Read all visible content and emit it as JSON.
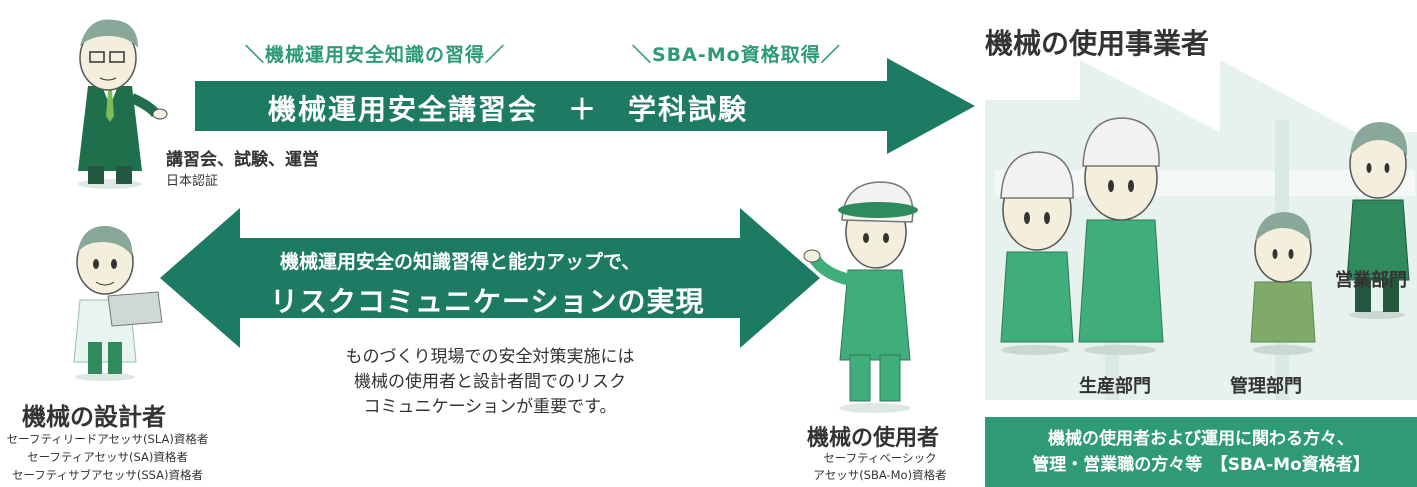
{
  "top_flow": {
    "tag_left": "＼機械運用安全知識の習得／",
    "tag_right": "＼SBA-Mo資格取得／",
    "arrow_label": "機械運用安全講習会　＋　学科試験"
  },
  "instructor": {
    "role": "講習会、試験、運営",
    "org": "日本認証"
  },
  "bi_arrow": {
    "line1": "機械運用安全の知識習得と能力アップで、",
    "line2": "リスクコミュニケーションの実現"
  },
  "explanation": [
    "ものづくり現場での安全対策実施には",
    "機械の使用者と設計者間でのリスク",
    "コミュニケーションが重要です。"
  ],
  "designer": {
    "title": "機械の設計者",
    "qualifications": [
      "セーフティリードアセッサ(SLA)資格者",
      "セーフティアセッサ(SA)資格者",
      "セーフティサブアセッサ(SSA)資格者"
    ]
  },
  "user": {
    "title": "機械の使用者",
    "qualifications": [
      "セーフティベーシック",
      "アセッサ(SBA-Mo)資格者"
    ]
  },
  "business": {
    "title": "機械の使用事業者",
    "dept_sales": "営業部門",
    "dept_production": "生産部門",
    "dept_management": "管理部門",
    "banner_line1": "機械の使用者および運用に関わる方々、",
    "banner_line2": "管理・営業職の方々等　【SBA-Mo資格者】"
  },
  "colors": {
    "green_dark": "#1e7b63",
    "green_tag": "#2e9a78",
    "suit_green": "#2f8a5c",
    "work_green": "#3fae7a",
    "factory_bg": "#e7f1ed"
  }
}
